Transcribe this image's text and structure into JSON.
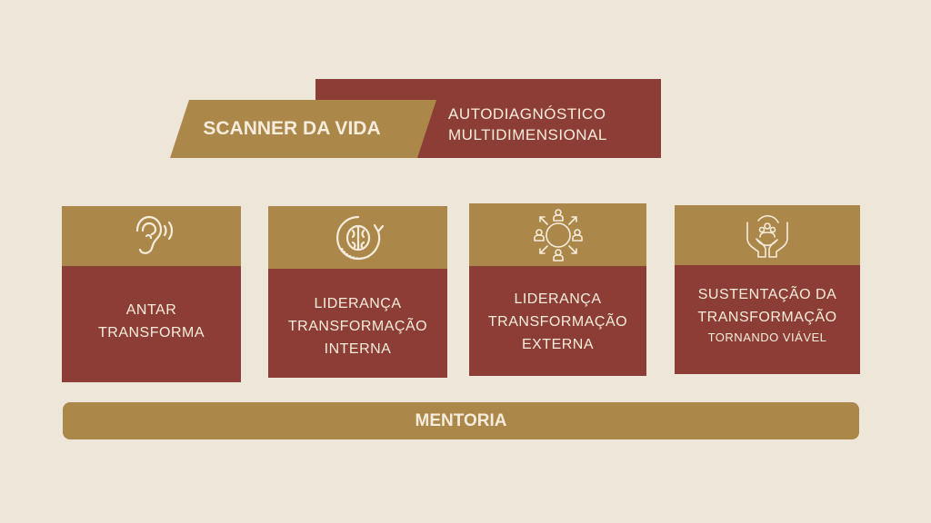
{
  "header": {
    "title": "SCANNER DA VIDA",
    "subtitle_line1": "AUTODIAGNÓSTICO",
    "subtitle_line2": "MULTIDIMENSIONAL"
  },
  "cards": [
    {
      "icon": "ear-icon",
      "lines": [
        "ANTAR",
        "TRANSFORMA"
      ]
    },
    {
      "icon": "brain-cycle-icon",
      "lines": [
        "LIDERANÇA",
        "TRANSFORMAÇÃO",
        "INTERNA"
      ]
    },
    {
      "icon": "network-people-icon",
      "lines": [
        "LIDERANÇA",
        "TRANSFORMAÇÃO",
        "EXTERNA"
      ]
    },
    {
      "icon": "hands-community-icon",
      "lines": [
        "SUSTENTAÇÃO DA",
        "TRANSFORMAÇÃO"
      ],
      "note": "TORNANDO VIÁVEL"
    }
  ],
  "footer": {
    "label": "MENTORIA"
  },
  "colors": {
    "background": "#efe6da",
    "gold": "#ac874a",
    "red": "#8c3e36",
    "text": "#f5ecdc"
  }
}
